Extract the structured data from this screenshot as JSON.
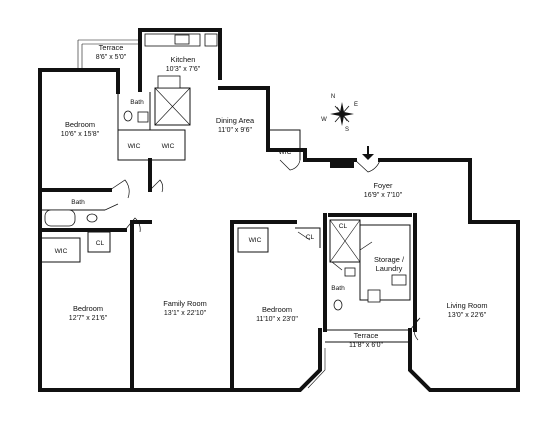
{
  "rooms": {
    "terrace_top": {
      "name": "Terrace",
      "dims": "8'6\" x 5'0\""
    },
    "kitchen": {
      "name": "Kitchen",
      "dims": "10'3\" x 7'6\""
    },
    "bedroom_upper": {
      "name": "Bedroom",
      "dims": "10'6\" x 15'8\""
    },
    "dining": {
      "name": "Dining Area",
      "dims": "11'0\" x 9'6\""
    },
    "foyer": {
      "name": "Foyer",
      "dims": "16'9\" x 7'10\""
    },
    "bedroom_lower_left": {
      "name": "Bedroom",
      "dims": "12'7\" x 21'6\""
    },
    "family_room": {
      "name": "Family Room",
      "dims": "13'1\" x 22'10\""
    },
    "bedroom_center": {
      "name": "Bedroom",
      "dims": "11'10\" x 23'0\""
    },
    "living_room": {
      "name": "Living Room",
      "dims": "13'0\" x 22'6\""
    },
    "terrace_bottom": {
      "name": "Terrace",
      "dims": "11'8\" x 6'0\""
    },
    "storage": {
      "name_line1": "Storage /",
      "name_line2": "Laundry"
    }
  },
  "small_labels": {
    "bath_upper": "Bath",
    "bath_left": "Bath",
    "bath_center": "Bath",
    "wic_1": "WIC",
    "wic_2": "WIC",
    "wic_3": "WIC",
    "wic_4": "WIC",
    "wic_5": "WIC",
    "cl_1": "CL",
    "cl_2": "CL",
    "cl_3": "CL"
  },
  "compass": {
    "n": "N",
    "s": "S",
    "e": "E",
    "w": "W"
  },
  "colors": {
    "wall": "#111111",
    "background": "#ffffff"
  }
}
